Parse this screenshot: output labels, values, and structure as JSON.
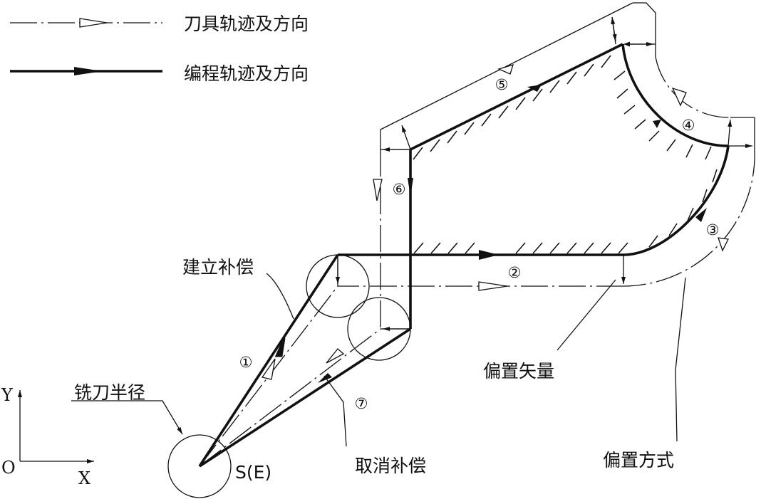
{
  "legend": {
    "tool_path": "刀具轨迹及方向",
    "program_path": "编程轨迹及方向"
  },
  "labels": {
    "establish_comp": "建立补偿",
    "cancel_comp": "取消补偿",
    "cutter_radius": "铣刀半径",
    "offset_vector": "偏置矢量",
    "offset_mode": "偏置方式",
    "start_end": "S(E)"
  },
  "axes": {
    "y": "Y",
    "x": "X",
    "origin": "O"
  },
  "segments": [
    "①",
    "②",
    "③",
    "④",
    "⑤",
    "⑥",
    "⑦"
  ]
}
